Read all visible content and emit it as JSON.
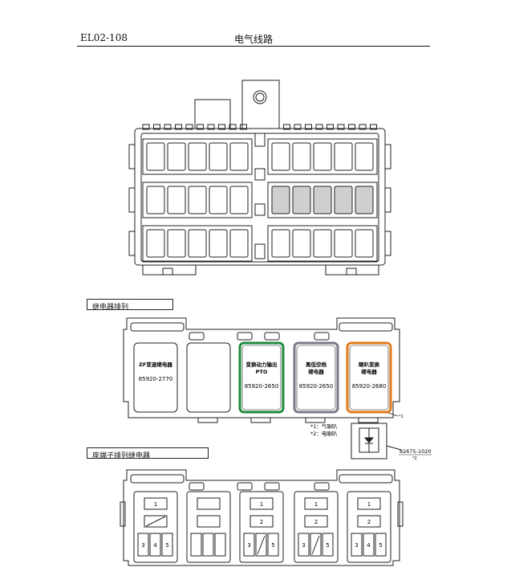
{
  "header": {
    "doc_code": "EL02-108",
    "title": "电气线路"
  },
  "sections": {
    "relay_arrangement": "继电器排列",
    "socket_arrangement": "座端子排列继电器"
  },
  "relays": [
    {
      "name": "ZF变速继电器",
      "part": "85920-2770",
      "color": "#222222"
    },
    {
      "name": "",
      "part": "",
      "color": "#222222"
    },
    {
      "name": "变换动力输出\nPTO",
      "part": "85920-2650",
      "color": "#1e8a3c"
    },
    {
      "name": "离低空档\n继电器",
      "part": "85920-2650",
      "color": "#7a7a8a"
    },
    {
      "name": "喇叭变换\n继电器",
      "part": "85920-2680",
      "color": "#e07a1a"
    }
  ],
  "notes": {
    "n1": "*1：气喇叭",
    "n2": "*2：电喇叭",
    "star1": "*1"
  },
  "diode": {
    "part": "82675-1020",
    "ref": "*2"
  },
  "sockets": [
    {
      "top": "1",
      "mid": "",
      "bottom": [
        "3",
        "4",
        "5"
      ]
    },
    {
      "top": "",
      "mid": "",
      "bottom": [
        "",
        "",
        ""
      ]
    },
    {
      "top": "1",
      "mid": "2",
      "bottom": [
        "3",
        "",
        "5"
      ]
    },
    {
      "top": "1",
      "mid": "2",
      "bottom": [
        "3",
        "",
        "5"
      ]
    },
    {
      "top": "1",
      "mid": "2",
      "bottom": [
        "3",
        "4",
        "5"
      ]
    }
  ]
}
